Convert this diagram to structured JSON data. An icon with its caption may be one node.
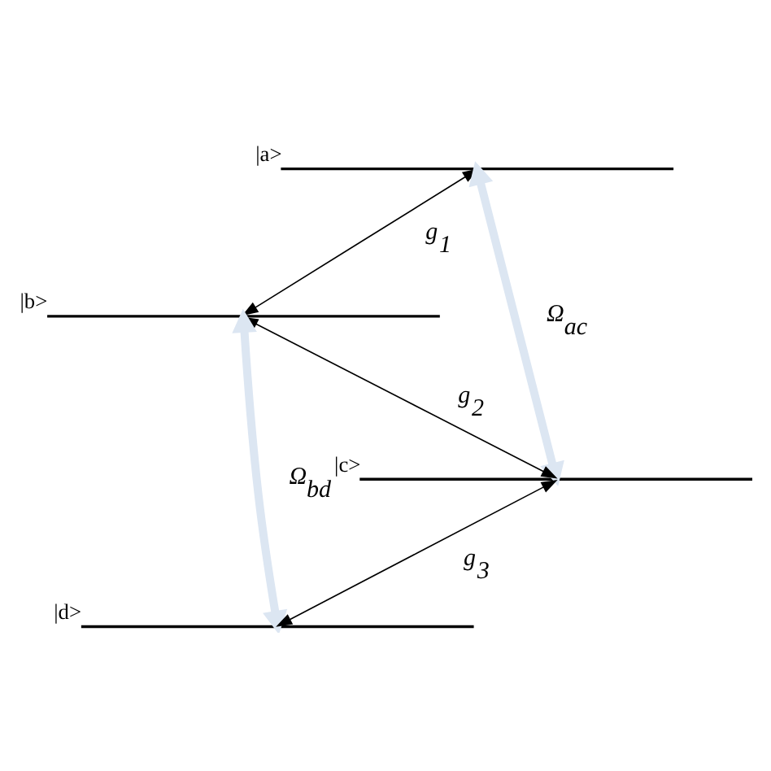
{
  "diagram": {
    "nodes": [
      {
        "text": [],
        "shape": "bar",
        "beside": [
          "|a>"
        ]
      },
      {
        "text": [],
        "shape": "bar",
        "beside": [
          "|b>"
        ]
      },
      {
        "text": [],
        "shape": "bar",
        "beside": [
          "|c>"
        ]
      },
      {
        "text": [],
        "shape": "bar",
        "beside": [
          "|d>"
        ]
      }
    ],
    "edges": [
      {
        "from": 0,
        "to": 2,
        "arrow": "both",
        "label": "Ω$_{ac}$",
        "style": "thick",
        "color": "#dce6f2"
      },
      {
        "from": 1,
        "to": 3,
        "arrow": "both",
        "label": "Ω$_{bd}$",
        "style": "thick",
        "color": "#dce6f2"
      },
      {
        "from": 0,
        "to": 1,
        "arrow": "both",
        "label": "g$_{1}$"
      },
      {
        "from": 1,
        "to": 2,
        "arrow": "both",
        "label": "g$_{2}$"
      },
      {
        "from": 2,
        "to": 3,
        "arrow": "both",
        "label": "g$_{3}$"
      }
    ]
  }
}
